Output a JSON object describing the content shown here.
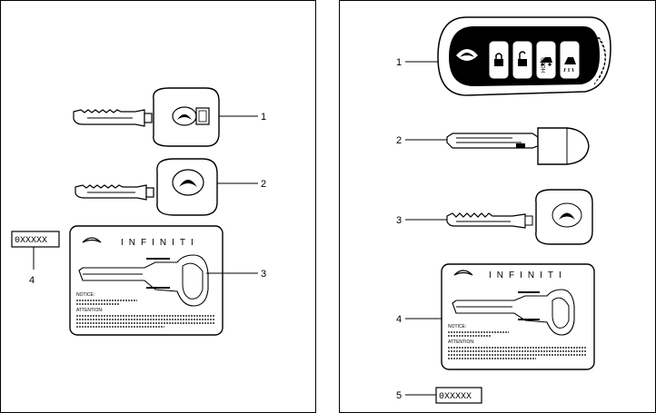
{
  "left": {
    "callouts": [
      "1",
      "2",
      "3",
      "4"
    ],
    "card": {
      "brand": "INFINITI",
      "notice": "NOTICE:",
      "attention": "ATTENTION:"
    },
    "code_plate": "0XXXXX"
  },
  "right": {
    "callouts": [
      "1",
      "2",
      "3",
      "4",
      "5"
    ],
    "fob_buttons": [
      "lock-icon",
      "unlock-icon",
      "trunk-icon",
      "panic-icon"
    ],
    "fob_hold_label": "HOLD",
    "card": {
      "brand": "INFINITI",
      "notice": "NOTICE:",
      "attention": "ATTENTION:"
    },
    "code_plate": "0XXXXX"
  }
}
